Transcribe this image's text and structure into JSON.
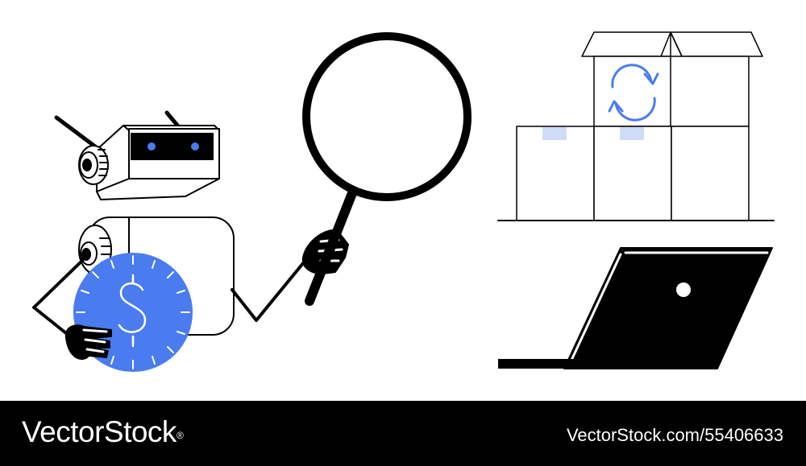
{
  "footer": {
    "brand": "VectorStock",
    "registered": "®",
    "url": "VectorStock.com/55406633"
  },
  "colors": {
    "accent": "#4a7cf0",
    "accent_light": "#cfdcf7",
    "ink": "#000000",
    "background": "#ffffff"
  },
  "icons": [
    "robot-head",
    "robot-body",
    "dollar-coin",
    "magnifying-glass",
    "cardboard-boxes",
    "refresh-arrows",
    "laptop"
  ]
}
